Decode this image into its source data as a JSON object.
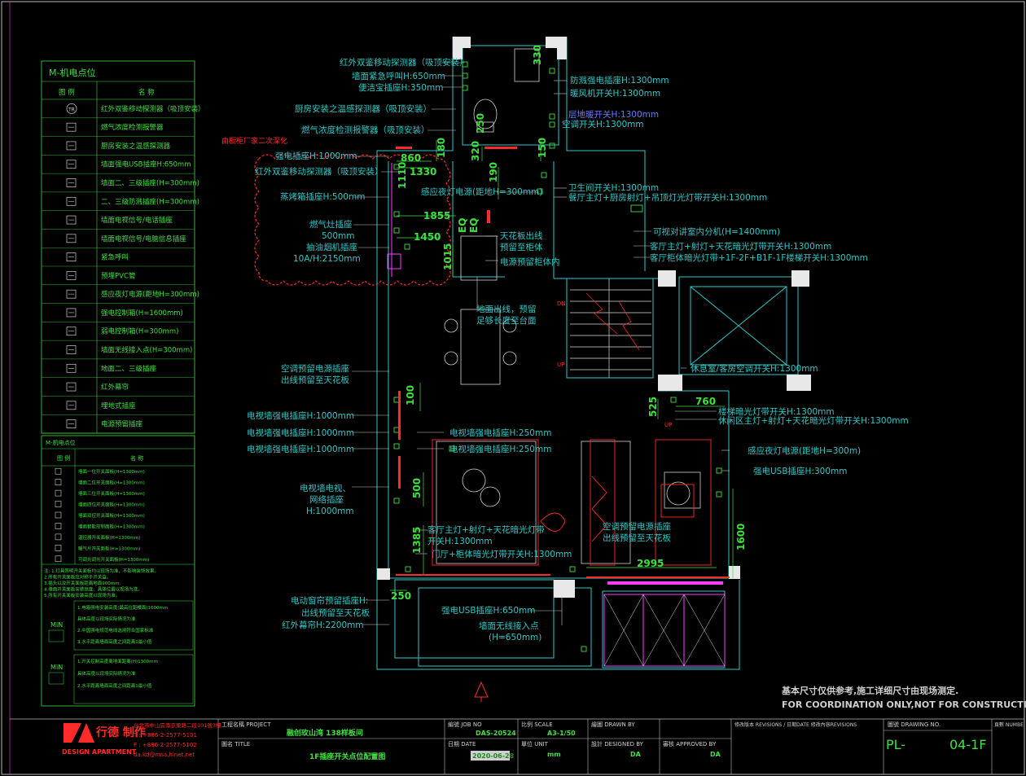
{
  "legend": {
    "title": "M-机电点位",
    "col_icon": "图 例",
    "col_name": "名 称",
    "items": [
      {
        "icon": "TR",
        "label": "红外双鉴移动探测器（吸顶安装）"
      },
      {
        "icon": "gas",
        "label": "燃气浓度检测报警器"
      },
      {
        "icon": "smoke",
        "label": "厨房安装之温感探测器"
      },
      {
        "icon": "usb",
        "label": "墙面强电USB插座H:650mm"
      },
      {
        "icon": "sock",
        "label": "墙面二、三级插座(H=300mm)"
      },
      {
        "icon": "sockw",
        "label": "二、三级防溅插座(H=300mm)"
      },
      {
        "icon": "tv",
        "label": "墙面电视信号/电话插座"
      },
      {
        "icon": "net",
        "label": "墙面电视信号/电脑信息插座"
      },
      {
        "icon": "sos",
        "label": "紧急呼叫"
      },
      {
        "icon": "pvc",
        "label": "预埋PVC管"
      },
      {
        "icon": "night",
        "label": "感应夜灯电源(距地H=300mm)"
      },
      {
        "icon": "box1",
        "label": "强电控制箱(H=1600mm)"
      },
      {
        "icon": "box2",
        "label": "弱电控制箱(H=300mm)"
      },
      {
        "icon": "ap",
        "label": "墙面无线接入点(H=300mm)"
      },
      {
        "icon": "floor",
        "label": "地面二、三级插座"
      },
      {
        "icon": "ir",
        "label": "红外幕帘"
      },
      {
        "icon": "fl2",
        "label": "埋地式插座"
      },
      {
        "icon": "pwr",
        "label": "电源预留插座"
      }
    ],
    "title2": "M-机电点位",
    "col_icon2": "图 例",
    "col_name2": "名 称",
    "items2": [
      "墙面一位开关面板(H=1300mm)",
      "墙面二位开关面板(H=1300mm)",
      "墙面三位开关面板(H=1300mm)",
      "墙面四位开关面板(H=1300mm)",
      "墙面双控开关面板(H=1300mm)",
      "墙面智能控制面板(H=1300mm)",
      "温控器开关面板(H=1300mm)",
      "暖气片开关面板(H=1300mm)",
      "可调光调光开关面板(H=1300mm)"
    ],
    "notes": [
      "注: 1.灯具照明开关面板均以现场为准，不影响装饰效果。",
      "2.所有开关面板应对称于开关盒。",
      "3.插头以及开关面板距离地面900mm.",
      "4.墙面开关面板安装高度、具体位置以现场为准。",
      "5.所有开关面板安装高度以现场为准。"
    ],
    "note_box1": [
      "1.电箱强电安装高度(最高位距楼面)1600mm",
      "  具体高度以现场实际情况为准",
      "2.中国强电规范电线选用符合国家标准",
      "3.水平距离墙面高度之间距离1最小值"
    ],
    "note_box2": [
      "1.开关控制高度离地面距离(H)1300mm",
      "  具体高度以现场实际情况为准",
      "2.水平距离墙面高度之间距离1最小值"
    ],
    "mini_label": "MIN"
  },
  "plan": {
    "labels": {
      "ir_detector": "红外双鉴移动探测器（吸顶安装）",
      "sos_bell": "墙面紧急呼叫H:650mm",
      "toilet_socket": "便洁宝插座H:350mm",
      "kitchen_heat": "厨房安装之温感探测器（吸顶安装）",
      "gas_alarm": "燃气浓度检测报警器（吸顶安装）",
      "recheck": "由橱柜厂家二次深化",
      "strong_socket": "强电插座H:1000mm",
      "ir_detector2": "红外双鉴移动探测器（吸顶安装）",
      "steam_oven": "蒸烤箱插座H:500mm",
      "gas_stove": "燃气灶插座",
      "gas_stove_h": "500mm",
      "hood": "抽油烟机插座",
      "hood_spec": "10A/H:2150mm",
      "sensor_light": "感应夜灯电源(距地H=300mm)",
      "ceiling_out": "天花板出线",
      "reserve": "预留至柜体",
      "cabinet_power": "电源预留柜体内",
      "floor_out": "地面出线，预留",
      "floor_out2": "足够长度至台面",
      "waterproof": "防溅强电插座H:1300mm",
      "exhaust": "暖风机开关H:1300mm",
      "floor_heat": "层地暖开关H:1300mm",
      "ac_switch": "空调开关H:1300mm",
      "bath_switch": "卫生间开关H:1300mm",
      "dining_switch": "餐厅主灯+厨房射灯+吊顶灯光灯带开关H:1300mm",
      "intercom": "可视对讲室内分机(H=1400mm)",
      "living_sw1": "客厅主灯+射灯+天花暗光灯带开关H:1300mm",
      "living_sw2": "客厅柜体暗光灯带+1F-2F+B1F-1F楼梯开关H:1300mm",
      "ac_power": "空调预留电源插座",
      "ac_power2": "出线预留至天花板",
      "rest_ac": "休息室/客房空调开关H:1300mm",
      "stair_sw": "楼梯暗光灯带开关H:1300mm",
      "lounge_sw": "休闲区主灯+射灯+天花暗光灯带开关H:1300mm",
      "tv_wall1": "电视墙强电插座H:1000mm",
      "tv_wall2": "电视墙强电插座H:1000mm",
      "tv_wall3": "电视墙强电插座H:1000mm",
      "tv_socket1": "电视墙强电插座H:250mm",
      "tv_socket2": "电视墙强电插座H:250mm",
      "tv_net": "电视墙电视、",
      "tv_net2": "网络插座",
      "tv_net3": "H:1000mm",
      "night_power": "感应夜灯电源(距地H=300m)",
      "usb_300": "强电USB插座H:300mm",
      "living_main": "客厅主灯+射灯+天花暗光灯带",
      "living_main2": "开关H:1300mm",
      "porch": "门厅+柜体暗光灯带开关H:1300mm",
      "ac_reserve": "空调预留电源插座",
      "ac_reserve2": "出线预留至天花板",
      "curtain": "电动窗帘预留插座H:",
      "curtain2": "出线预留至天花板",
      "ir_curtain": "红外幕帘H:2200mm",
      "usb_650": "强电USB插座H:650mm",
      "wifi": "墙面无线接入点",
      "wifi_h": "(H=650mm)",
      "dn": "DN",
      "up": "UP",
      "up2": "UP"
    },
    "dims": {
      "d330": "330",
      "d250": "250",
      "d860": "860",
      "d180": "180",
      "d320": "320",
      "d150": "150",
      "d1330": "1330",
      "d1110": "1110",
      "d190": "190",
      "d1855": "1855",
      "d1450": "1450",
      "d1015": "1015",
      "d100": "100",
      "d525": "525",
      "d760": "760",
      "d500": "500",
      "d1385": "1385",
      "d2995": "2995",
      "d1600": "1600",
      "d250b": "250"
    }
  },
  "notice": {
    "cn": "基本尺寸仅供参考,施工详细尺寸由现场测定.",
    "en": "FOR COORDINATION ONLY,NOT FOR CONSTRUCTI"
  },
  "title_block": {
    "company_cn": "行德 制作",
    "company_en": "DESIGN APARTMENT",
    "address": "台北市中山區南京東路二段101號3樓",
    "tel": "T : +886-2-2577-5101",
    "fax": "F : +886-2-2577-5102",
    "email": "da.kd@msa.hinet.net",
    "project_label": "工程名稱 PROJECT",
    "project": "融创玫山湾 138样板间",
    "drawing_title_label": "圖名 TITLE",
    "drawing_title": "1F插座开关点位配置图",
    "job_label": "編號 JOB NO",
    "job": "DAS-20524",
    "scale_label": "比例 SCALE",
    "scale": "A3-1/50",
    "date_label": "日期 DATE",
    "date": "2020-06-28",
    "unit_label": "單位 UNIT",
    "unit": "mm",
    "drawn_label": "繪圖 DRAWN BY",
    "designed_label": "設計 DESIGNED BY",
    "designed": "DA",
    "approved_label": "審核 APPROVED BY",
    "approved": "DA",
    "revisions_label": "修改版本 REVISIONS / 日期DATE 修改內容REVISIONS",
    "drawing_no_label": "圖號 DRAWING NO.",
    "drawing_no": "PL-",
    "drawing_no2": "04-1F",
    "page_label": "頁數 NUMBE"
  },
  "colors": {
    "wall": "#2fc7c7",
    "dim": "#3fe03f",
    "red": "#ff2a2a",
    "magenta": "#ff3cff",
    "white": "#ffffff"
  }
}
